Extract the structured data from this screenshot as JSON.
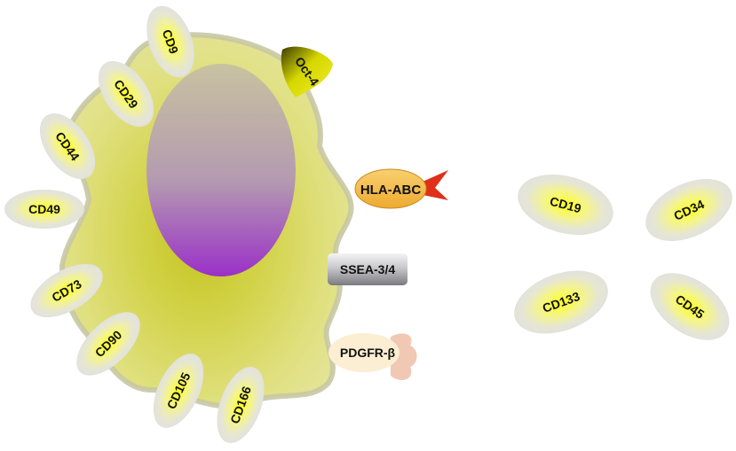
{
  "cell": {
    "surface_markers": [
      "CD9",
      "CD29",
      "CD44",
      "CD49",
      "CD73",
      "CD90",
      "CD105",
      "CD166"
    ],
    "nuclear_marker": "Oct-4",
    "other_markers": {
      "hla": "HLA-ABC",
      "ssea": "SSEA-3/4",
      "pdgfr": "PDGFR-β"
    }
  },
  "negative_markers": [
    "CD19",
    "CD34",
    "CD133",
    "CD45"
  ],
  "colors": {
    "cell_body": "#dede7a",
    "cell_center": "#c9c92a",
    "cell_edge": "#c8c8a2",
    "nucleus_top": "#c0b8a8",
    "nucleus_bottom": "#9a30c8",
    "marker_fill": "#e6e6d8",
    "marker_glow": "#ffff30",
    "oct4": "#c8c800",
    "hla_fill": "#f3b84a",
    "hla_receptor": "#e0301a",
    "ssea_fill": "#b8b8bc",
    "pdgfr_fill": "#fbeed2",
    "pdgfr_receptor": "#f0c8b4"
  }
}
